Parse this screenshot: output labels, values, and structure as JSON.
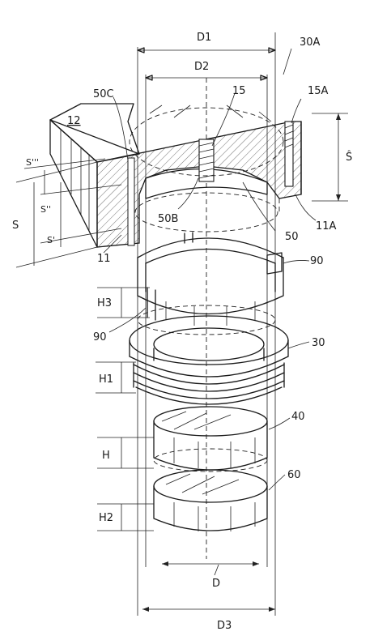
{
  "labels": {
    "d1": "D1",
    "d2": "D2",
    "ref_30a": "30A",
    "ref_50c": "50C",
    "ref_15": "15",
    "ref_15a": "15A",
    "ref_12": "12",
    "s_hat": "Ŝ",
    "s3": "S'''",
    "s2": "S''",
    "s": "S",
    "s1": "S'",
    "ref_50b": "50B",
    "ref_50": "50",
    "ref_11a": "11A",
    "ref_11": "11",
    "ref_90_top": "90",
    "h3": "H3",
    "ref_90_bottom": "90",
    "ref_30": "30",
    "h1": "H1",
    "ref_40": "40",
    "h": "H",
    "ref_60": "60",
    "h2": "H2",
    "d": "D",
    "d3": "D3"
  }
}
